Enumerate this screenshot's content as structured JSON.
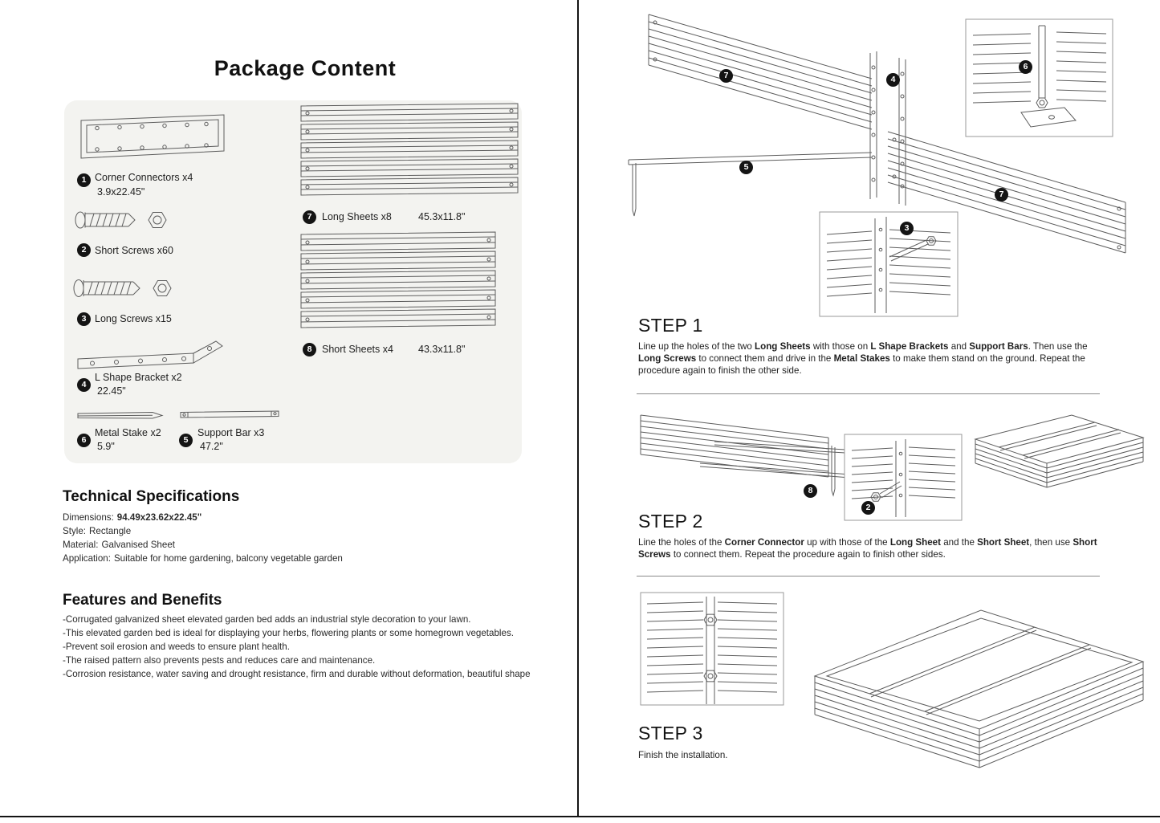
{
  "title": "Package Content",
  "package": {
    "items": [
      {
        "num": "1",
        "label": "Corner Connectors x4",
        "size": "3.9x22.45\""
      },
      {
        "num": "2",
        "label": "Short Screws x60",
        "size": ""
      },
      {
        "num": "3",
        "label": "Long Screws x15",
        "size": ""
      },
      {
        "num": "4",
        "label": "L Shape Bracket x2",
        "size": "22.45\""
      },
      {
        "num": "6",
        "label": "Metal Stake x2",
        "size": "5.9\""
      },
      {
        "num": "5",
        "label": "Support Bar x3",
        "size": "47.2\""
      },
      {
        "num": "7",
        "label": "Long Sheets x8",
        "size": "45.3x11.8\""
      },
      {
        "num": "8",
        "label": "Short Sheets x4",
        "size": "43.3x11.8\""
      }
    ]
  },
  "specs": {
    "heading": "Technical Specifications",
    "rows": [
      {
        "label": "Dimensions:",
        "value": "94.49x23.62x22.45\""
      },
      {
        "label": "Style:",
        "value": "Rectangle"
      },
      {
        "label": "Material:",
        "value": "Galvanised Sheet"
      },
      {
        "label": "Application:",
        "value": "Suitable for home gardening, balcony vegetable garden"
      }
    ]
  },
  "features": {
    "heading": "Features and Benefits",
    "lines": [
      "-Corrugated galvanized sheet elevated garden bed adds an industrial style decoration to your lawn.",
      "-This elevated garden bed is ideal for displaying your herbs, flowering plants or some homegrown vegetables.",
      "-Prevent soil erosion and weeds to ensure plant health.",
      "-The raised pattern also prevents pests and reduces care and maintenance.",
      "-Corrosion resistance, water saving and drought resistance, firm and durable without deformation, beautiful shape"
    ]
  },
  "steps": [
    {
      "title": "STEP 1",
      "segments": [
        {
          "t": "Line up the holes of the two "
        },
        {
          "t": "Long Sheets"
        },
        {
          "t": " with those on "
        },
        {
          "t": "L Shape Brackets"
        },
        {
          "t": " and "
        },
        {
          "t": "Support Bars"
        },
        {
          "t": ". Then use the "
        },
        {
          "t": "Long Screws"
        },
        {
          "t": " to connect them and drive in the "
        },
        {
          "t": "Metal Stakes"
        },
        {
          "t": " to make them stand on the ground. Repeat the procedure again to finish the other side."
        }
      ]
    },
    {
      "title": "STEP 2",
      "segments": [
        {
          "t": "Line the holes of the "
        },
        {
          "t": "Corner Connector"
        },
        {
          "t": " up with those of the "
        },
        {
          "t": "Long Sheet"
        },
        {
          "t": " and the "
        },
        {
          "t": "Short Sheet"
        },
        {
          "t": ", then use "
        },
        {
          "t": "Short Screws"
        },
        {
          "t": " to connect them. Repeat the procedure again to finish other sides."
        }
      ]
    },
    {
      "title": "STEP 3",
      "segments": [
        {
          "t": "Finish the installation."
        }
      ]
    }
  ],
  "callouts": [
    "7",
    "4",
    "6",
    "5",
    "3",
    "7",
    "8",
    "2"
  ]
}
